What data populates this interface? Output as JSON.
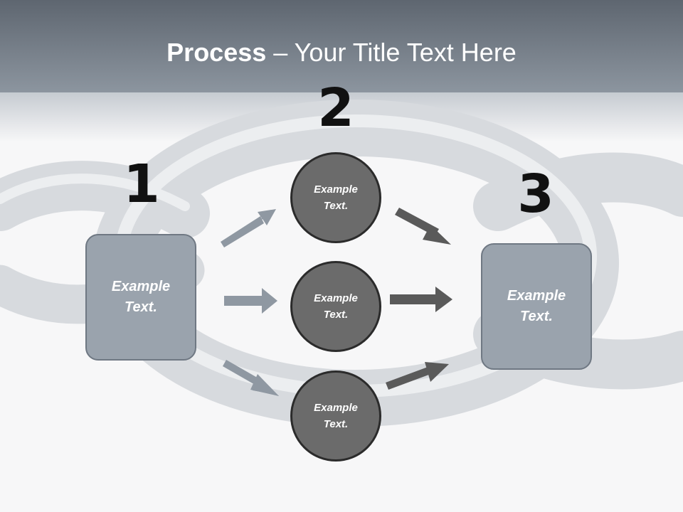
{
  "title": {
    "bold": "Process",
    "rest": " – Your Title Text Here"
  },
  "steps": [
    {
      "number": "1"
    },
    {
      "number": "2"
    },
    {
      "number": "3"
    }
  ],
  "left_box": {
    "line1": "Example",
    "line2": "Text."
  },
  "right_box": {
    "line1": "Example",
    "line2": "Text."
  },
  "circles": [
    {
      "line1": "Example",
      "line2": "Text."
    },
    {
      "line1": "Example",
      "line2": "Text."
    },
    {
      "line1": "Example",
      "line2": "Text."
    }
  ],
  "colors": {
    "title_band_top": "#5e6670",
    "title_band_bottom": "#8c959f",
    "box_fill": "#9aa3ad",
    "box_border": "#6f7883",
    "circle_fill": "#6b6b6b",
    "circle_border": "#2b2b2b",
    "arrow_light": "#8f98a2",
    "arrow_dark": "#5a5a5a"
  }
}
